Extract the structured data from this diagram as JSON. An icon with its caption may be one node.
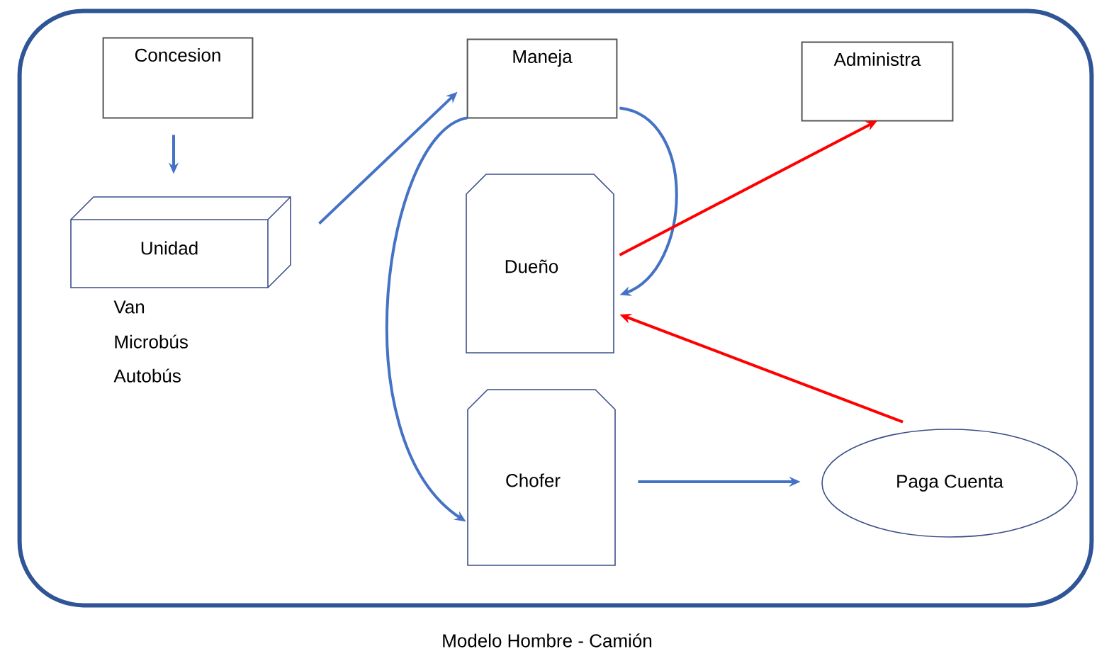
{
  "diagram": {
    "caption": "Modelo Hombre - Camión",
    "nodes": [
      {
        "text": [],
        "shape": "box"
      },
      {
        "text": [
          "Concesion"
        ],
        "in": 0
      },
      {
        "text": [
          "Unidad"
        ],
        "in": 0,
        "beside": [
          "Van",
          "Microbús",
          "Autobús"
        ]
      },
      {
        "text": [
          "Maneja"
        ],
        "in": 0
      },
      {
        "text": [
          "Administra"
        ],
        "in": 0
      },
      {
        "text": [
          "Dueño"
        ],
        "in": 0
      },
      {
        "text": [
          "Chofer"
        ],
        "in": 0
      },
      {
        "text": [
          "Paga Cuenta"
        ],
        "in": 0
      }
    ],
    "edges": [
      {
        "from": 1,
        "to": 2,
        "arrow": "to"
      },
      {
        "from": 2,
        "to": 3,
        "arrow": "to"
      },
      {
        "from": 3,
        "to": 6,
        "arrow": "to"
      },
      {
        "from": 3,
        "to": 5,
        "arrow": "to"
      },
      {
        "from": 5,
        "to": 4,
        "arrow": "to",
        "color": "#ff0000"
      },
      {
        "from": 7,
        "to": 5,
        "arrow": "to",
        "color": "#ff0000"
      },
      {
        "from": 6,
        "to": 7,
        "arrow": "to"
      }
    ]
  }
}
